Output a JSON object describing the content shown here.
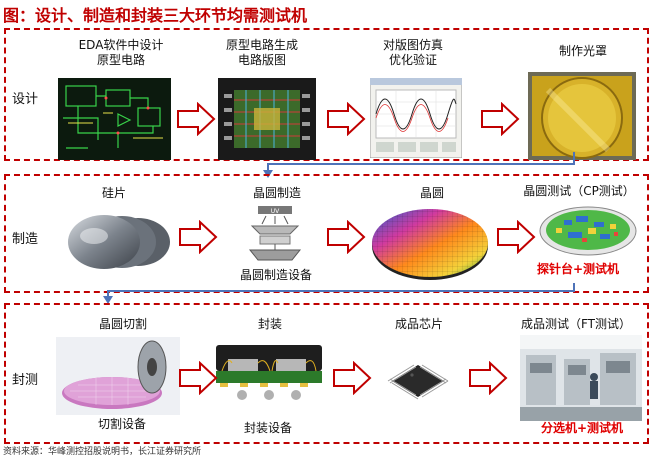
{
  "title": "图：设计、制造和封装三大环节均需测试机",
  "rows": {
    "design": {
      "label": "设计",
      "steps": [
        {
          "caption": [
            "EDA软件中设计",
            "原型电路"
          ]
        },
        {
          "caption": [
            "原型电路生成",
            "电路版图"
          ]
        },
        {
          "caption": [
            "对版图仿真",
            "优化验证"
          ]
        },
        {
          "caption": [
            "制作光罩"
          ]
        }
      ]
    },
    "manufacture": {
      "label": "制造",
      "steps": [
        {
          "caption": "硅片"
        },
        {
          "caption": "晶圆制造",
          "sub_caption": "晶圆制造设备",
          "image_text": "UV"
        },
        {
          "caption": "晶圆"
        },
        {
          "caption": "晶圆测试（CP测试）",
          "red_caption": "探针台+测试机"
        }
      ]
    },
    "packaging": {
      "label": "封测",
      "steps": [
        {
          "caption": "晶圆切割",
          "sub_caption": "切割设备"
        },
        {
          "caption": "封装",
          "sub_caption": "封装设备"
        },
        {
          "caption": "成品芯片"
        },
        {
          "caption": "成品测试（FT测试）",
          "red_caption": "分选机+测试机"
        }
      ]
    }
  },
  "source": "资料来源：华峰测控招股说明书，长江证券研究所",
  "colors": {
    "accent": "#c00000",
    "highlight": "#e00000"
  }
}
